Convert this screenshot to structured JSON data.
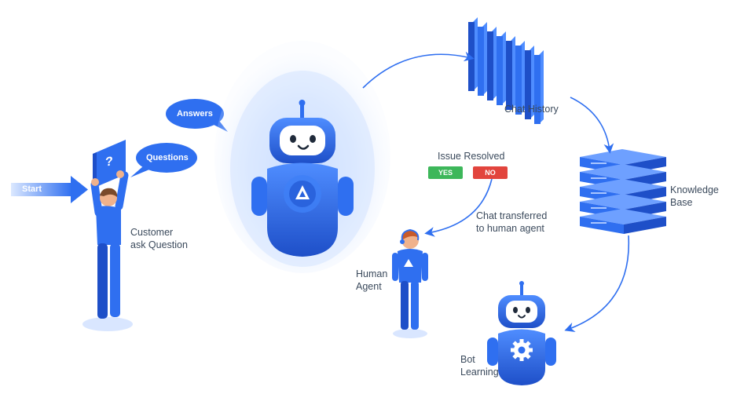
{
  "labels": {
    "start": "Start",
    "answers": "Answers",
    "questions": "Questions",
    "customer_line1": "Customer",
    "customer_line2": "ask Question",
    "chat_history": "Chat History",
    "issue_resolved": "Issue Resolved",
    "yes": "YES",
    "no": "NO",
    "knowledge_line1": "Knowledge",
    "knowledge_line2": "Base",
    "transfer_line1": "Chat transferred",
    "transfer_line2": "to human agent",
    "human_line1": "Human",
    "human_line2": "Agent",
    "bot_line1": "Bot",
    "bot_line2": "Learning",
    "question_mark": "?"
  },
  "colors": {
    "primary_blue": "#2f6ff0",
    "dark_blue": "#1e4fc8",
    "light_blue": "#4f8dff",
    "glow": "#cfe0ff",
    "skin": "#f0b28c",
    "hair": "#7a4a2a",
    "yes_green": "#3db75a",
    "no_red": "#e2443d",
    "text": "#3b4a5c"
  },
  "icons": {
    "bot_chest": "triangle-logo-icon",
    "bot_learning_chest": "gear-icon"
  }
}
